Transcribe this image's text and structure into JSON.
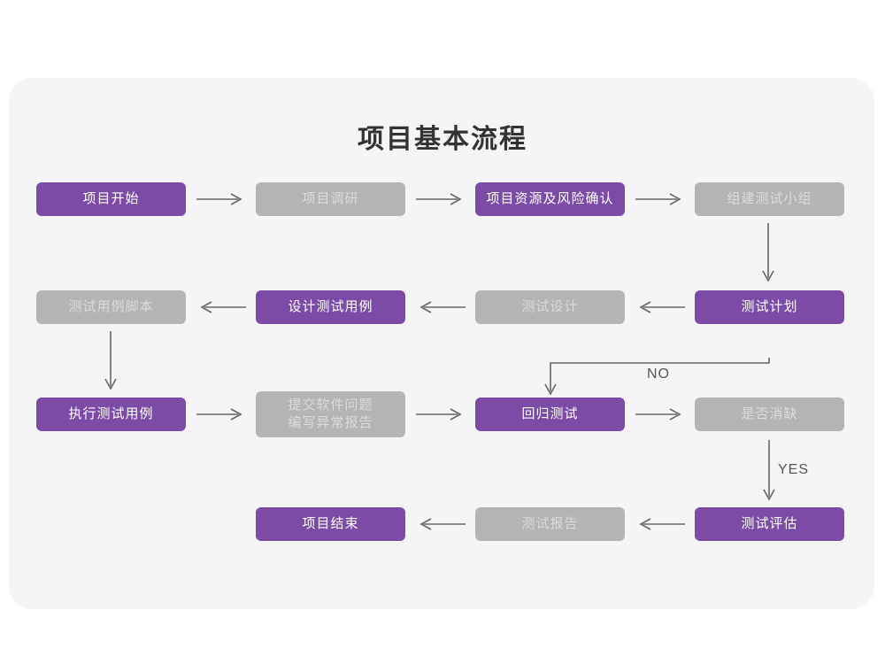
{
  "page": {
    "title": "项目基本流程",
    "background": "#ffffff",
    "card_background": "#f5f5f6"
  },
  "colors": {
    "active": "#7b4ba5",
    "inactive": "#b4b4b4",
    "active_text": "#ffffff",
    "inactive_text": "#dcdcdc",
    "connector": "#666666",
    "title_text": "#333333"
  },
  "chart_data": {
    "type": "diagram",
    "title": "项目基本流程",
    "nodes": [
      {
        "id": "n1",
        "label": "项目开始",
        "state": "active",
        "row": 1,
        "col": 1
      },
      {
        "id": "n2",
        "label": "项目调研",
        "state": "inactive",
        "row": 1,
        "col": 2
      },
      {
        "id": "n3",
        "label": "项目资源及风险确认",
        "state": "active",
        "row": 1,
        "col": 3
      },
      {
        "id": "n4",
        "label": "组建测试小组",
        "state": "inactive",
        "row": 1,
        "col": 4
      },
      {
        "id": "n5",
        "label": "测试计划",
        "state": "active",
        "row": 2,
        "col": 4
      },
      {
        "id": "n6",
        "label": "测试设计",
        "state": "inactive",
        "row": 2,
        "col": 3
      },
      {
        "id": "n7",
        "label": "设计测试用例",
        "state": "active",
        "row": 2,
        "col": 2
      },
      {
        "id": "n8",
        "label": "测试用例脚本",
        "state": "inactive",
        "row": 2,
        "col": 1
      },
      {
        "id": "n9",
        "label": "执行测试用例",
        "state": "active",
        "row": 3,
        "col": 1
      },
      {
        "id": "n10",
        "label": "提交软件问题\n编写异常报告",
        "label_line1": "提交软件问题",
        "label_line2": "编写异常报告",
        "state": "inactive",
        "row": 3,
        "col": 2
      },
      {
        "id": "n11",
        "label": "回归测试",
        "state": "active",
        "row": 3,
        "col": 3
      },
      {
        "id": "n12",
        "label": "是否消缺",
        "state": "inactive",
        "row": 3,
        "col": 4
      },
      {
        "id": "n13",
        "label": "测试评估",
        "state": "active",
        "row": 4,
        "col": 4
      },
      {
        "id": "n14",
        "label": "测试报告",
        "state": "inactive",
        "row": 4,
        "col": 3
      },
      {
        "id": "n15",
        "label": "项目结束",
        "state": "active",
        "row": 4,
        "col": 2
      }
    ],
    "edges": [
      {
        "from": "n1",
        "to": "n2",
        "label": "",
        "direction": "right"
      },
      {
        "from": "n2",
        "to": "n3",
        "label": "",
        "direction": "right"
      },
      {
        "from": "n3",
        "to": "n4",
        "label": "",
        "direction": "right"
      },
      {
        "from": "n4",
        "to": "n5",
        "label": "",
        "direction": "down"
      },
      {
        "from": "n5",
        "to": "n6",
        "label": "",
        "direction": "left"
      },
      {
        "from": "n6",
        "to": "n7",
        "label": "",
        "direction": "left"
      },
      {
        "from": "n7",
        "to": "n8",
        "label": "",
        "direction": "left"
      },
      {
        "from": "n8",
        "to": "n9",
        "label": "",
        "direction": "down"
      },
      {
        "from": "n9",
        "to": "n10",
        "label": "",
        "direction": "right"
      },
      {
        "from": "n10",
        "to": "n11",
        "label": "",
        "direction": "right"
      },
      {
        "from": "n11",
        "to": "n12",
        "label": "",
        "direction": "right"
      },
      {
        "from": "n12",
        "to": "n11",
        "label": "NO",
        "direction": "loop-up-left-down"
      },
      {
        "from": "n12",
        "to": "n13",
        "label": "YES",
        "direction": "down"
      },
      {
        "from": "n13",
        "to": "n14",
        "label": "",
        "direction": "left"
      },
      {
        "from": "n14",
        "to": "n15",
        "label": "",
        "direction": "left"
      }
    ],
    "edge_labels": {
      "no": "NO",
      "yes": "YES"
    }
  }
}
